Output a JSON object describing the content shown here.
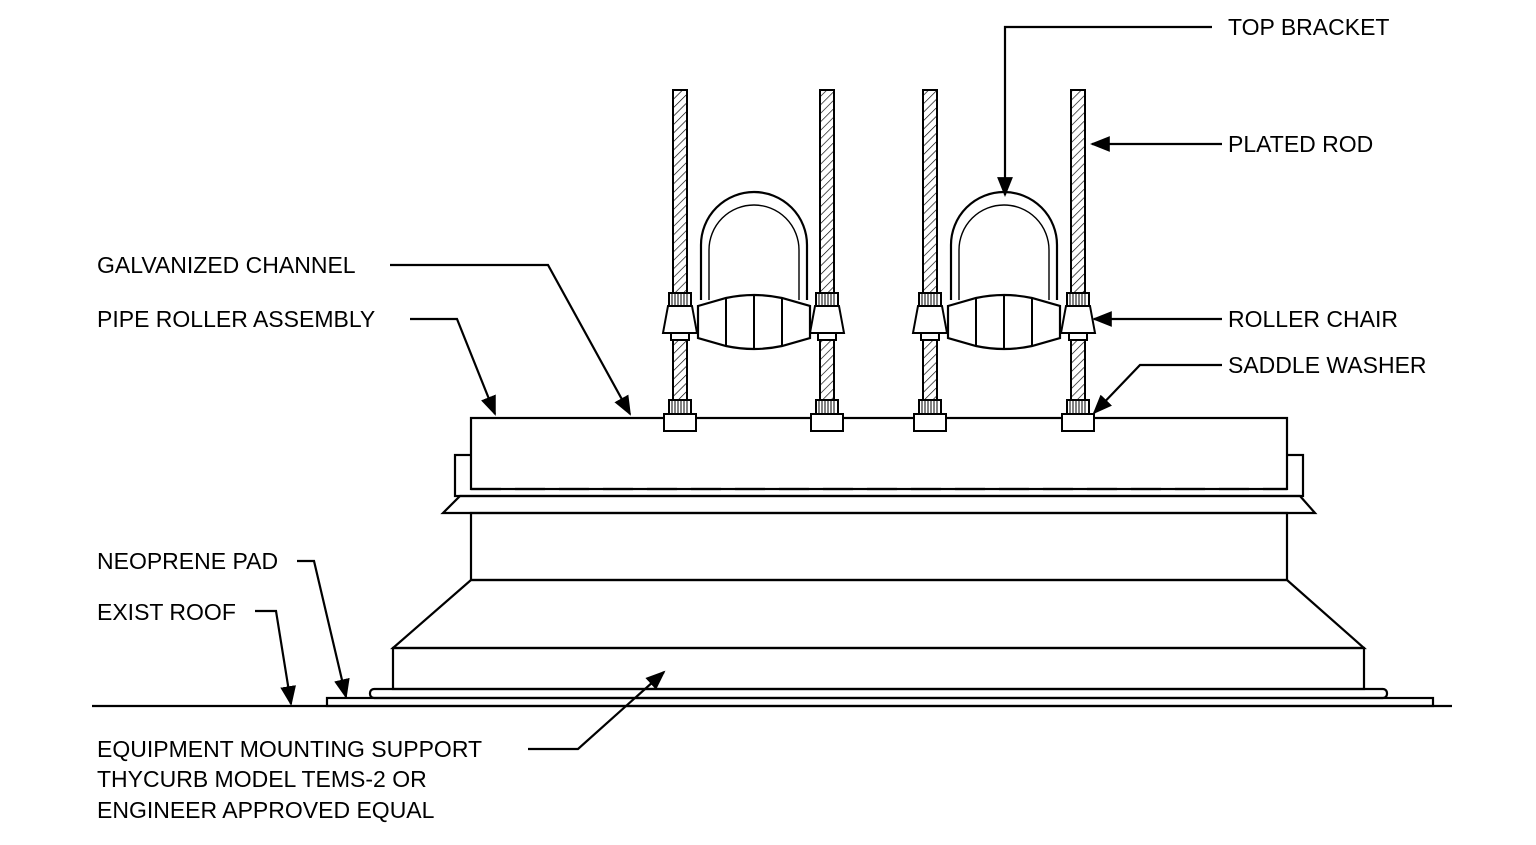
{
  "labels": {
    "top_bracket": "TOP BRACKET",
    "plated_rod": "PLATED ROD",
    "galvanized_channel": "GALVANIZED CHANNEL",
    "pipe_roller_assembly": "PIPE ROLLER ASSEMBLY",
    "roller_chair": "ROLLER CHAIR",
    "saddle_washer": "SADDLE WASHER",
    "neoprene_pad": "NEOPRENE PAD",
    "exist_roof": "EXIST ROOF",
    "support_line1": "EQUIPMENT MOUNTING SUPPORT",
    "support_line2": "THYCURB MODEL TEMS-2 OR",
    "support_line3": "ENGINEER APPROVED EQUAL"
  },
  "colors": {
    "line": "#000000",
    "background": "#ffffff"
  }
}
